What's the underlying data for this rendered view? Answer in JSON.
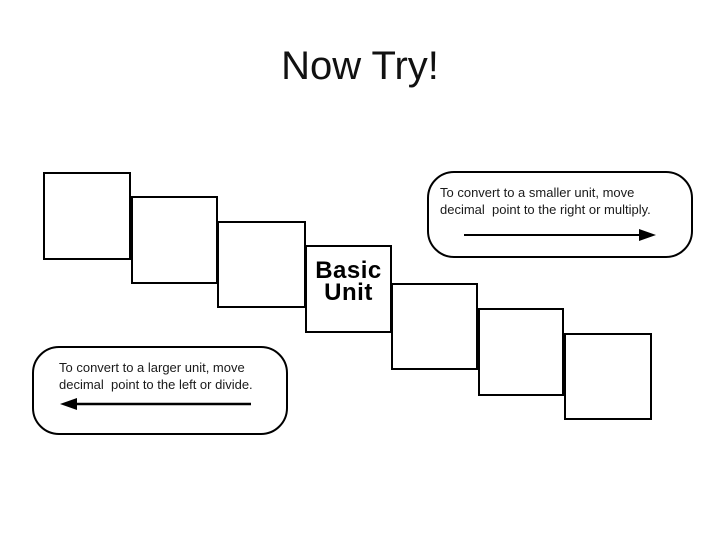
{
  "colors": {
    "background": "#ffffff",
    "ink": "#000000"
  },
  "title": "Now Try!",
  "diagram": {
    "empty_square_count": 6,
    "basic_unit": {
      "line1": "Basic",
      "line2": "Unit"
    },
    "callout_smaller": {
      "line1": "To convert to a smaller unit, move",
      "line2": "decimal  point to the right or multiply.",
      "arrow_icon": "right-arrow-icon"
    },
    "callout_larger": {
      "line1": "To convert to a larger unit, move",
      "line2": "decimal  point to the left or divide.",
      "arrow_icon": "left-arrow-icon"
    }
  }
}
